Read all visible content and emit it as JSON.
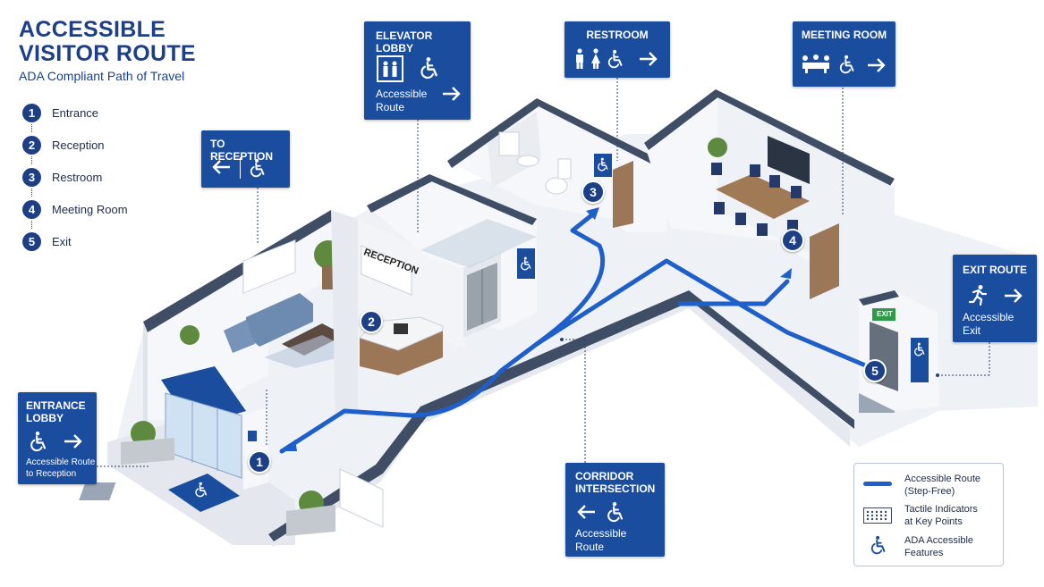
{
  "title": "ACCESSIBLE VISITOR ROUTE",
  "subtitle": "ADA Compliant Path of Travel",
  "steps": [
    {
      "num": "1",
      "label": "Entrance"
    },
    {
      "num": "2",
      "label": "Reception"
    },
    {
      "num": "3",
      "label": "Restroom"
    },
    {
      "num": "4",
      "label": "Meeting Room"
    },
    {
      "num": "5",
      "label": "Exit"
    }
  ],
  "signs": {
    "elevator": {
      "title": "ELEVATOR LOBBY",
      "text1": "Accessible",
      "text2": "Route"
    },
    "restroom": {
      "title": "RESTROOM"
    },
    "meeting": {
      "title": "MEETING ROOM"
    },
    "reception": {
      "title": "TO RECEPTION"
    },
    "exit": {
      "title": "EXIT ROUTE",
      "text1": "Accessible",
      "text2": "Exit"
    },
    "entrance": {
      "title1": "ENTRANCE",
      "title2": "LOBBY",
      "text1": "Accessible Route",
      "text2": "to Reception"
    },
    "corridor": {
      "title1": "CORRIDOR",
      "title2": "INTERSECTION",
      "text1": "Accessible",
      "text2": "Route"
    }
  },
  "room_labels": {
    "reception": "RECEPTION",
    "exit": "EXIT"
  },
  "legend": [
    {
      "icon": "route-line",
      "line1": "Accessible Route",
      "line2": "(Step-Free)"
    },
    {
      "icon": "tactile-grid",
      "line1": "Tactile Indicators",
      "line2": "at Key Points"
    },
    {
      "icon": "wheelchair",
      "line1": "ADA Accessible",
      "line2": "Features"
    }
  ],
  "markers": [
    "1",
    "2",
    "3",
    "4",
    "5"
  ],
  "colors": {
    "brand_blue": "#1b4d9e",
    "title_blue": "#1c3f86",
    "route_blue": "#1f5fc9",
    "exit_green": "#2f9a4a"
  }
}
